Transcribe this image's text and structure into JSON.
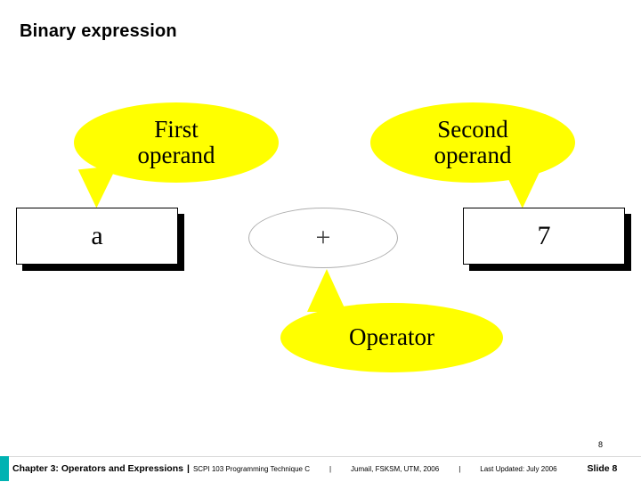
{
  "slide": {
    "title": "Binary expression",
    "page_number": "8"
  },
  "diagram": {
    "bubbles": [
      {
        "id": "first-operand",
        "label": "First\noperand"
      },
      {
        "id": "second-operand",
        "label": "Second\noperand"
      },
      {
        "id": "operator",
        "label": "Operator"
      }
    ],
    "expression": {
      "left_operand": "a",
      "operator": "+",
      "right_operand": "7"
    },
    "colors": {
      "bubble_fill": "#ffff00",
      "box_fill": "#ffffff",
      "box_border": "#000000",
      "shadow": "#000000"
    }
  },
  "footer": {
    "chapter": "Chapter 3: Operators and Expressions",
    "separator1": "|",
    "course": "SCPI 103  Programming Technique C",
    "separator2": "|",
    "author": "Jumail, FSKSM, UTM, 2006",
    "separator3": "|",
    "last_updated": "Last Updated: July  2006",
    "slide_label": "Slide 8",
    "accent_color": "#00b2b2"
  }
}
